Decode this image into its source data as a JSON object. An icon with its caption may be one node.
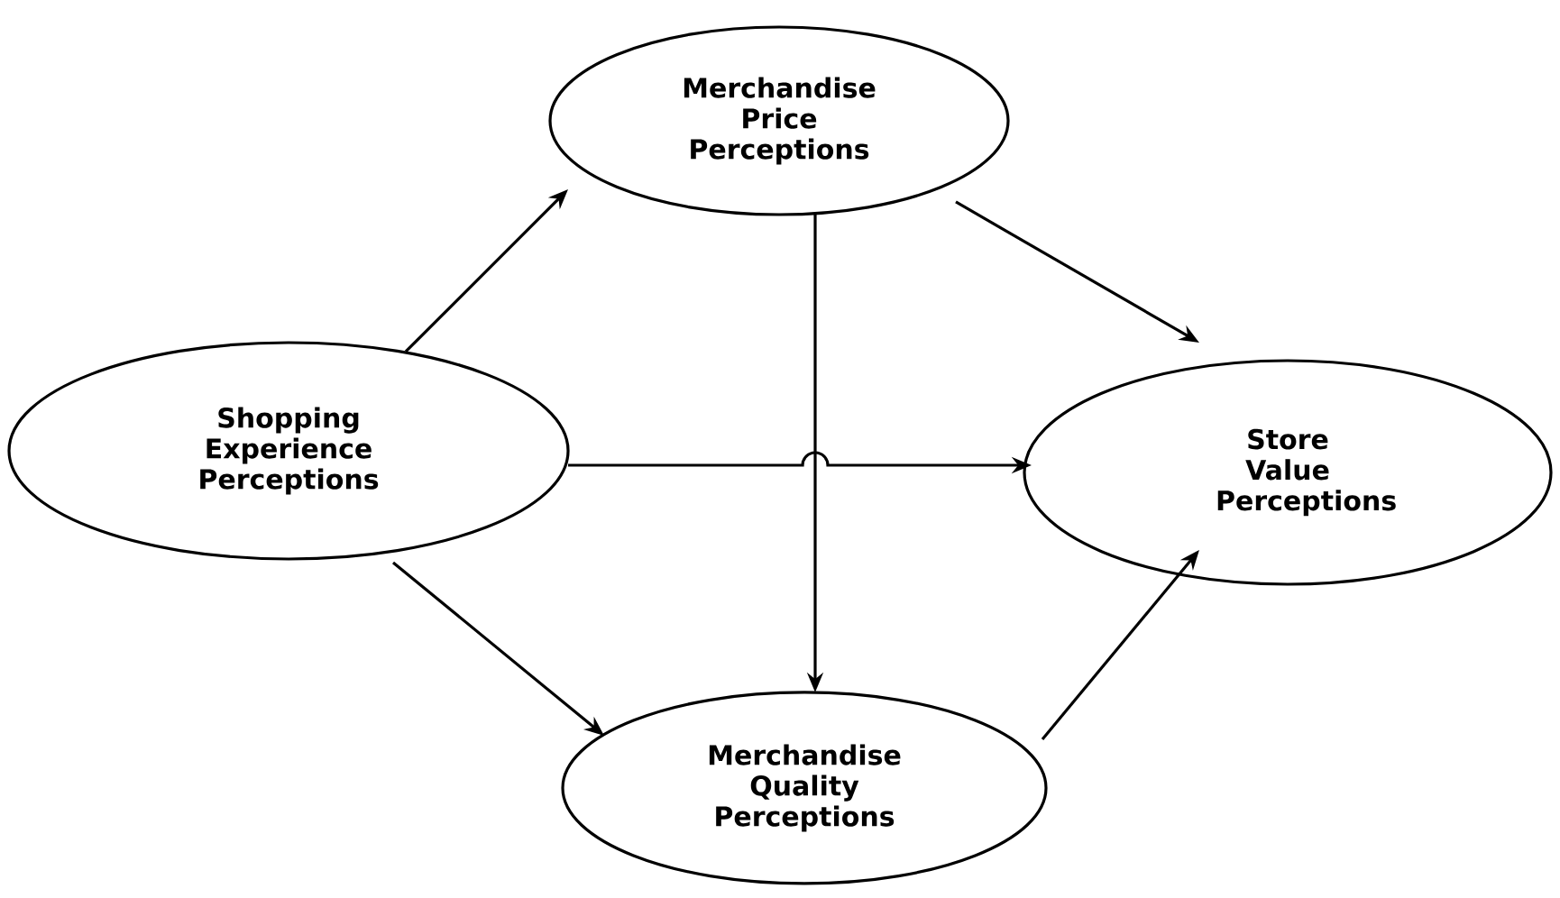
{
  "diagram": {
    "nodes": [
      {
        "text": [
          "Merchandise Price Perceptions"
        ]
      },
      {
        "text": [
          "Shopping Experience Perceptions"
        ]
      },
      {
        "text": [
          "Store Value Perceptions"
        ]
      },
      {
        "text": [
          "Merchandise Quality Perceptions"
        ]
      }
    ],
    "edges": [
      {
        "from": 1,
        "to": 0,
        "arrow": "to"
      },
      {
        "from": 0,
        "to": 2,
        "arrow": "to"
      },
      {
        "from": 1,
        "to": 2,
        "arrow": "to"
      },
      {
        "from": 0,
        "to": 3,
        "arrow": "to"
      },
      {
        "from": 1,
        "to": 3,
        "arrow": "to"
      },
      {
        "from": 3,
        "to": 2,
        "arrow": "to"
      }
    ]
  }
}
